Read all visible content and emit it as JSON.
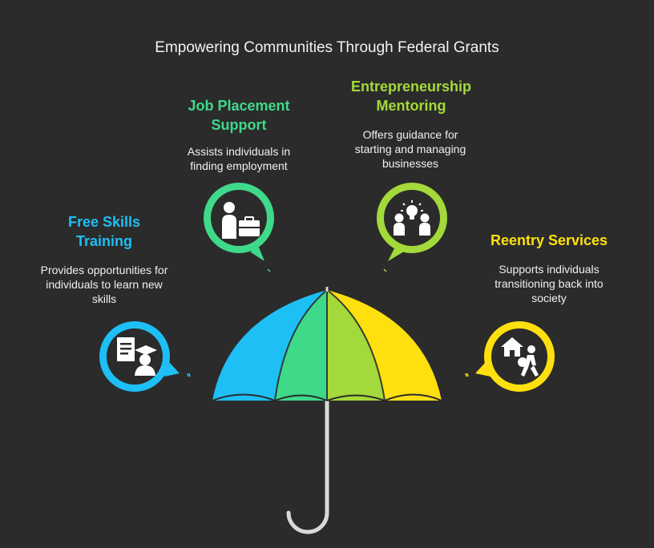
{
  "title": "Empowering Communities Through Federal Grants",
  "colors": {
    "background": "#2b2b2b",
    "blue": "#1dbff5",
    "green": "#3fd98a",
    "lime": "#a3d93a",
    "yellow": "#ffe00f",
    "handle": "#d9d9d9"
  },
  "items": [
    {
      "title": "Free Skills Training",
      "description": "Provides opportunities for individuals to learn new skills",
      "icon": "student-certificate-icon",
      "color": "#1dbff5"
    },
    {
      "title": "Job Placement Support",
      "description": "Assists individuals in finding employment",
      "icon": "person-briefcase-icon",
      "color": "#3fd98a"
    },
    {
      "title": "Entrepreneurship Mentoring",
      "description": "Offers guidance for starting and managing businesses",
      "icon": "people-lightbulb-icon",
      "color": "#a3d93a"
    },
    {
      "title": "Reentry Services",
      "description": "Supports individuals transitioning back into society",
      "icon": "person-returning-home-icon",
      "color": "#ffe00f"
    }
  ]
}
